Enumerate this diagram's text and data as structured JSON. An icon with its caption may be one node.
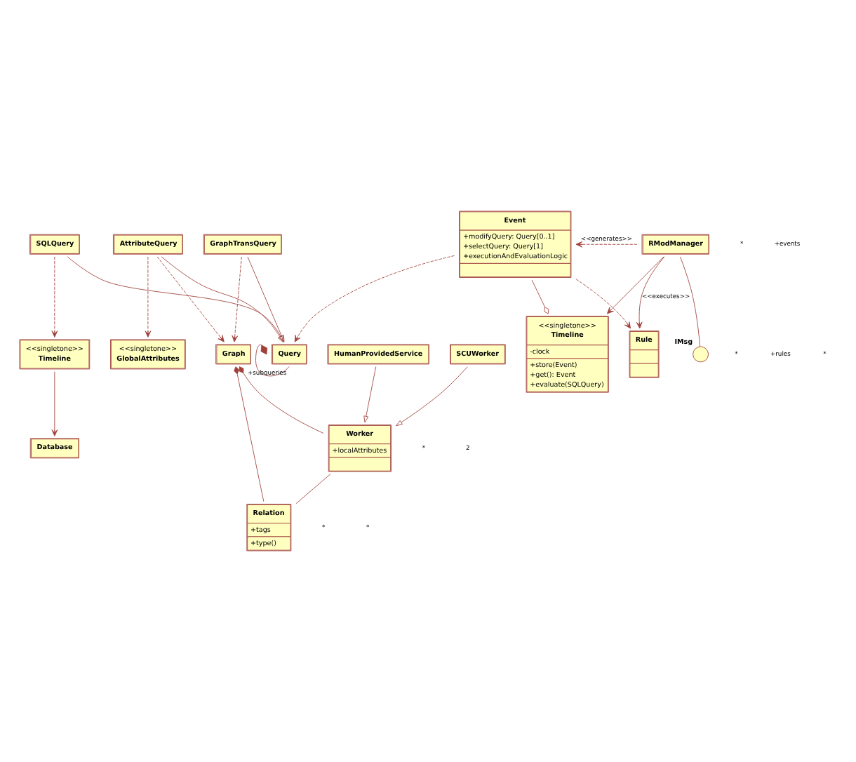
{
  "diagram": {
    "nodes": [
      {
        "text": [
          "Event",
          "+modifyQuery: Query[0..1]",
          "+selectQuery: Query[1]",
          "+executionAndEvaluationLogic"
        ]
      },
      {
        "text": [
          "Query"
        ]
      },
      {
        "text": [
          "SQLQuery"
        ]
      },
      {
        "text": [
          "<<singletone>>",
          "Timeline"
        ]
      },
      {
        "text": [
          "AttributeQuery"
        ]
      },
      {
        "text": [
          "Database"
        ]
      },
      {
        "text": [
          "Rule"
        ]
      },
      {
        "text": [
          "GraphTransQuery"
        ]
      },
      {
        "text": [
          "<<singletone>>",
          "GlobalAttributes"
        ]
      },
      {
        "text": [
          "Graph"
        ]
      },
      {
        "text": [
          "RModManager"
        ]
      },
      {
        "text": [
          "IMsg"
        ]
      },
      {
        "text": [
          "Worker",
          "+localAttributes"
        ]
      },
      {
        "text": [
          "Relation",
          "+tags",
          "+type()"
        ]
      },
      {
        "text": [
          "<<singletone>>",
          "Timeline",
          "-clock",
          "+store(Event)",
          "+get(): Event",
          "+evaluate(SQLQuery)"
        ]
      },
      {
        "text": [
          "SCUWorker"
        ]
      },
      {
        "text": [
          "HumanProvidedService"
        ]
      }
    ],
    "edges": [
      {
        "from": 0,
        "to": 1,
        "arrow": "to",
        "style": "dashed"
      },
      {
        "from": 2,
        "to": 1,
        "arrow": "to"
      },
      {
        "from": 2,
        "to": 3,
        "arrow": "to",
        "style": "dashed"
      },
      {
        "from": 3,
        "to": 5,
        "arrow": "to"
      },
      {
        "from": 1,
        "to": 1,
        "arrow": "other",
        "label": "+subqueries"
      },
      {
        "from": 4,
        "to": 1,
        "arrow": "to"
      },
      {
        "from": 7,
        "to": 1,
        "arrow": "to"
      },
      {
        "from": 0,
        "to": 6,
        "arrow": "to",
        "style": "dashed"
      },
      {
        "from": 4,
        "to": 8,
        "arrow": "to",
        "style": "dashed"
      },
      {
        "from": 7,
        "to": 9,
        "arrow": "to",
        "style": "dashed"
      },
      {
        "from": 4,
        "to": 9,
        "arrow": "to",
        "style": "dashed"
      },
      {
        "from": 10,
        "to": 6,
        "arrow": "to",
        "label": "<<executes>>"
      },
      {
        "from": 10,
        "to": 0,
        "arrow": "to",
        "style": "dashed",
        "label": "<<generates>>"
      },
      {
        "from": 10,
        "to": 11,
        "arrow": "none"
      },
      {
        "from": 10,
        "to": 14,
        "arrow": "to"
      },
      {
        "from": 0,
        "to": 14,
        "arrow": "other"
      },
      {
        "from": 9,
        "to": 12,
        "arrow": "other"
      },
      {
        "from": 9,
        "to": 13,
        "arrow": "other"
      },
      {
        "from": 12,
        "to": 13,
        "arrow": "none"
      },
      {
        "from": 15,
        "to": 12,
        "arrow": "to"
      },
      {
        "from": 16,
        "to": 12,
        "arrow": "to"
      }
    ],
    "labels": [
      "*",
      "+events",
      "*",
      "+rules",
      "*",
      "*",
      "*",
      "2",
      "*"
    ]
  }
}
